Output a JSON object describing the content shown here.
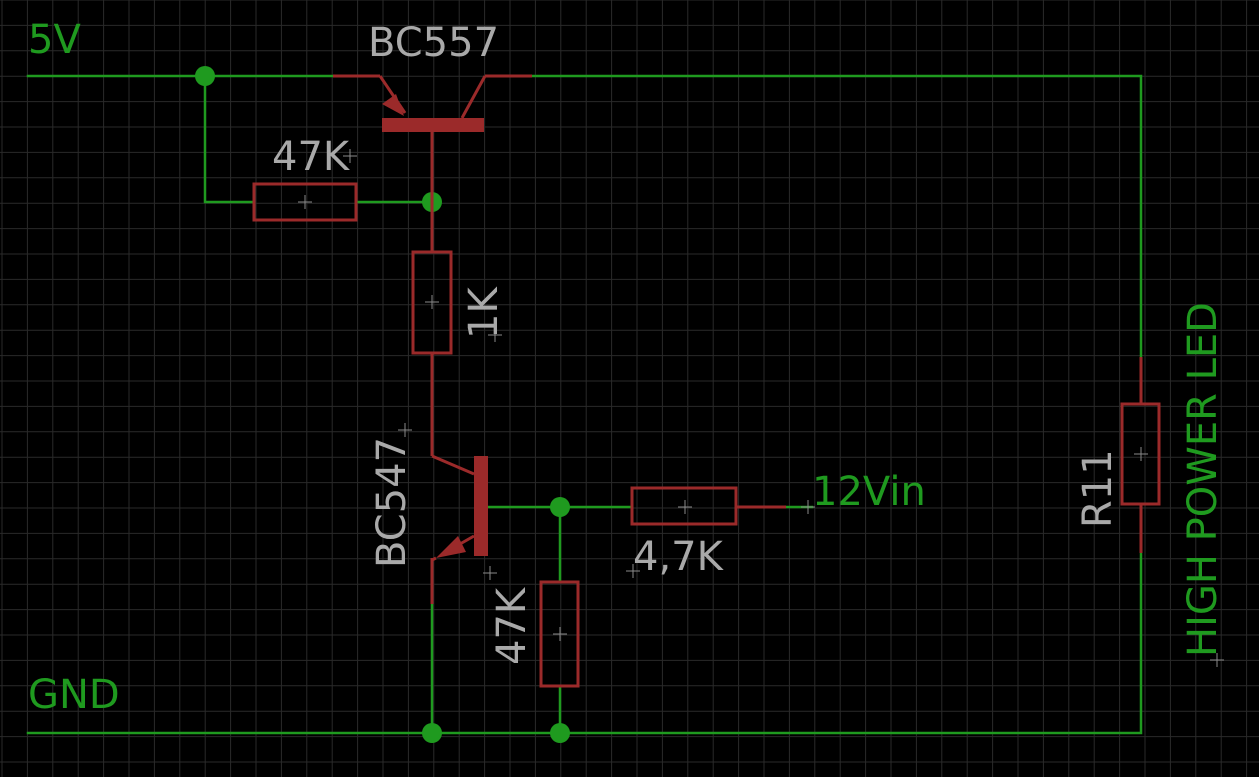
{
  "nets": {
    "supply": "5V",
    "ground": "GND",
    "input": "12Vin",
    "load": "HIGH POWER LED"
  },
  "components": {
    "pnp_transistor": "BC557",
    "npn_transistor": "BC547",
    "pnp_base_resistor": "47K",
    "collector_resistor": "1K",
    "input_resistor": "4,7K",
    "pulldown_resistor": "47K",
    "led_resistor": "R11"
  },
  "colors": {
    "background": "#000000",
    "grid": "#2a2a2a",
    "wire": "#1f9a1f",
    "component": "#9b2a2a",
    "component_label": "#a9a9a9"
  }
}
